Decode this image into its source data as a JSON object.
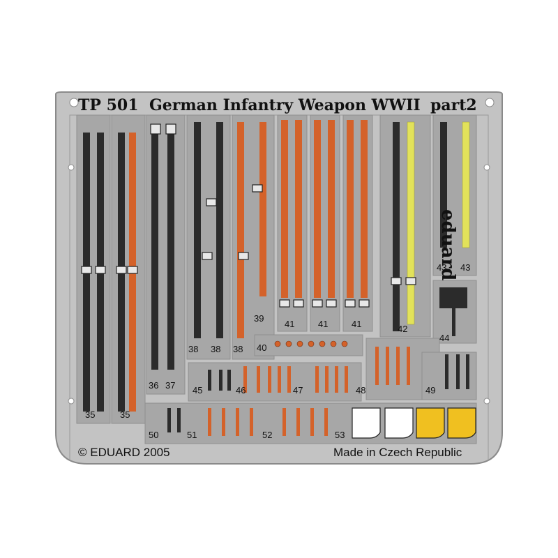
{
  "header": {
    "code": "TP 501",
    "title": "German Infantry Weapon WWII",
    "part": "part2"
  },
  "brand": "eduard",
  "footer": {
    "copyright": "© EDUARD 2005",
    "origin": "Made in Czech Republic"
  },
  "part_numbers": [
    "35",
    "35",
    "36",
    "37",
    "38",
    "38",
    "38",
    "39",
    "41",
    "41",
    "41",
    "42",
    "43",
    "43",
    "44",
    "40",
    "45",
    "46",
    "47",
    "48",
    "49",
    "50",
    "51",
    "52",
    "53"
  ],
  "colors": {
    "fret": "#c3c3c3",
    "fret_edge": "#8a8a8a",
    "recess": "#a7a7a7",
    "dark_strap": "#2b2b2b",
    "orange_strap": "#d4622a",
    "yellow_strap": "#e2e25a",
    "brass_plate": "#f0c020"
  },
  "icons": [
    "plate-hole-icon",
    "buckle-icon",
    "decal-plate-icon"
  ]
}
